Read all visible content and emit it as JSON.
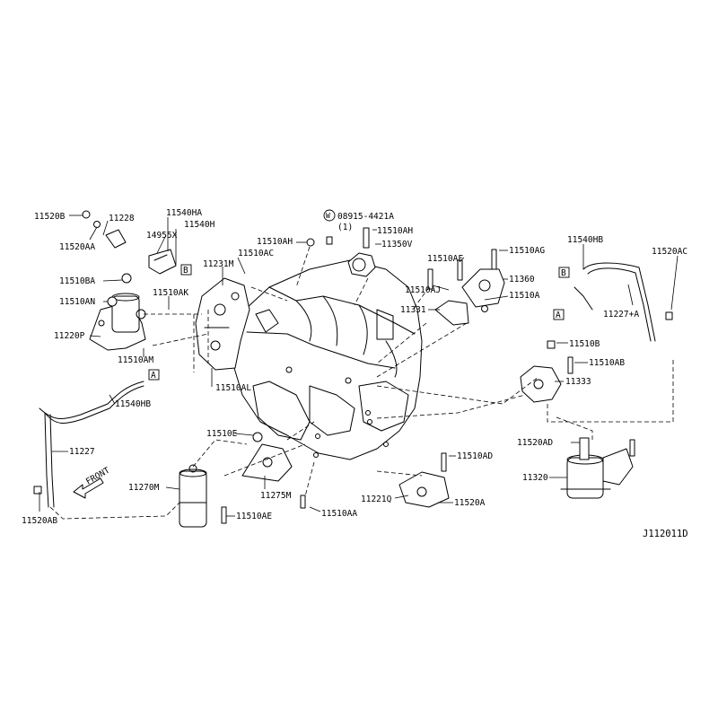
{
  "diagram_code": "J112011D",
  "front_label": "FRONT",
  "ref_a": "A",
  "ref_b": "B",
  "washer_symbol": "W",
  "labels": {
    "p11520B": "11520B",
    "p11228": "11228",
    "p11520AA": "11520AA",
    "p11540HA": "11540HA",
    "p11540H": "11540H",
    "p14955X": "14955X",
    "p11510BA": "11510BA",
    "p11510AN": "11510AN",
    "p11220P": "11220P",
    "p11510AM": "11510AM",
    "p11510AK": "11510AK",
    "p11231M": "11231M",
    "p11510AC": "11510AC",
    "p11510AL": "11510AL",
    "p11510AH_left": "11510AH",
    "p08915": "08915-4421A",
    "p08915_qty": "(1)",
    "p11510AH_right": "11510AH",
    "p11350V": "11350V",
    "p11510AF": "11510AF",
    "p11510AG": "11510AG",
    "p11360": "11360",
    "p11510AJ": "11510AJ",
    "p11510A": "11510A",
    "p11331": "11331",
    "p11540HB_right": "11540HB",
    "p11520AC": "11520AC",
    "p11227A": "11227+A",
    "p11510B": "11510B",
    "p11510AB": "11510AB",
    "p11333": "11333",
    "p11540HB_left": "11540HB",
    "p11227": "11227",
    "p11520AB": "11520AB",
    "p11510E": "11510E",
    "p11270M": "11270M",
    "p11275M": "11275M",
    "p11510AE": "11510AE",
    "p11510AA": "11510AA",
    "p11510AD": "11510AD",
    "p11221Q": "11221Q",
    "p11520A": "11520A",
    "p11520AD": "11520AD",
    "p11320": "11320"
  }
}
